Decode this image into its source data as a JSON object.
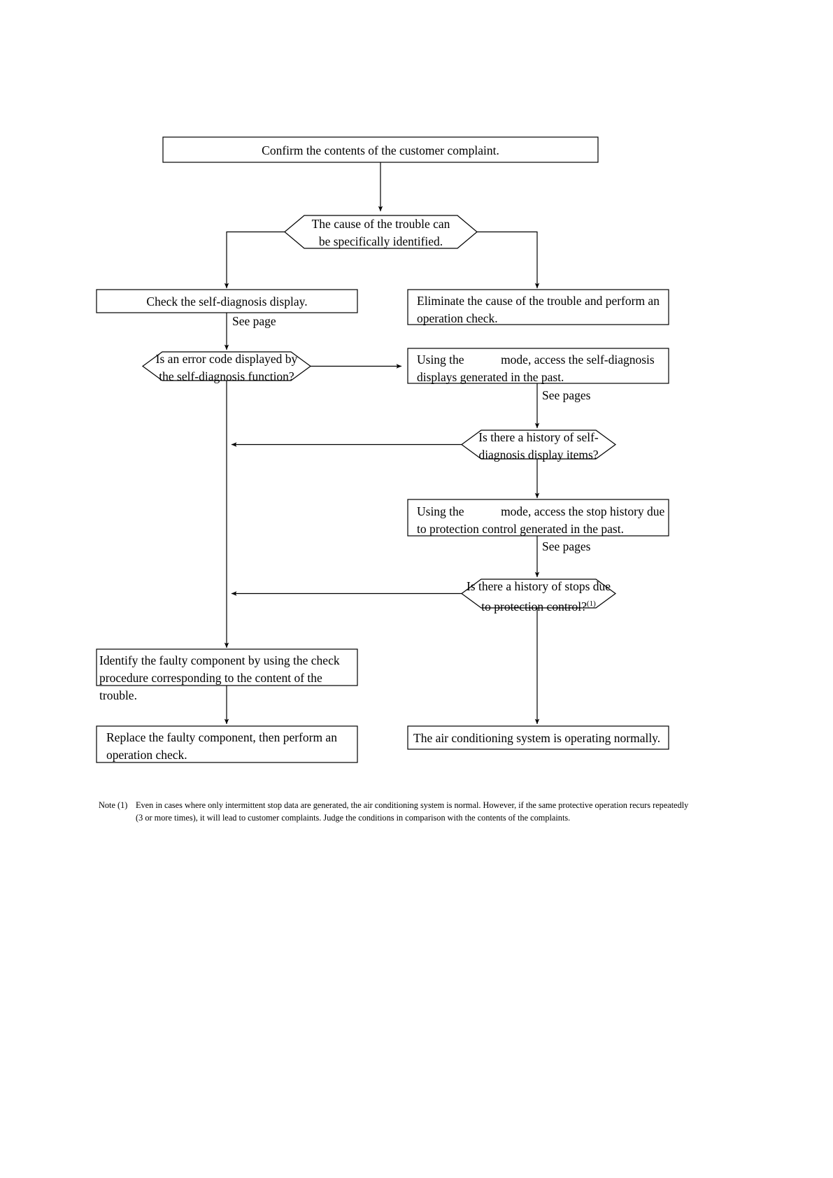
{
  "document": {
    "title": "Air conditioning system troubleshooting flowchart",
    "background_color": "#ffffff",
    "line_color": "#000000",
    "text_color": "#000000"
  },
  "chart_data": {
    "type": "diagram",
    "subtype": "flowchart",
    "title": "Air conditioning troubleshooting flow",
    "nodes": [
      {
        "id": "n1",
        "shape": "process",
        "text": "Confirm the contents of the customer complaint."
      },
      {
        "id": "n2",
        "shape": "decision",
        "text": "The cause of the trouble can\nbe specifically identified."
      },
      {
        "id": "n3",
        "shape": "process",
        "text": "Check the self-diagnosis display."
      },
      {
        "id": "n4",
        "shape": "process",
        "text": "Eliminate the cause of the trouble and perform an\noperation check."
      },
      {
        "id": "n5",
        "shape": "decision",
        "text": "Is an error code displayed by\nthe self-diagnosis function?"
      },
      {
        "id": "n6",
        "shape": "process",
        "text": "Using the            mode, access the self-diagnosis\ndisplays generated in the past."
      },
      {
        "id": "n7",
        "shape": "decision",
        "text": "Is there a history of self-\ndiagnosis display items?"
      },
      {
        "id": "n8",
        "shape": "process",
        "text": "Using the            mode, access the stop history due\nto protection control generated in the past."
      },
      {
        "id": "n9",
        "shape": "decision",
        "text": "Is there a history of stops due\nto protection control?",
        "superscript": "(1)"
      },
      {
        "id": "n10",
        "shape": "process",
        "text": "Identify the faulty component by using the check\nprocedure corresponding to the content of the trouble."
      },
      {
        "id": "n11",
        "shape": "process",
        "text": "Replace the faulty component, then perform an\noperation check."
      },
      {
        "id": "n12",
        "shape": "process",
        "text": "The air conditioning system is operating normally."
      }
    ],
    "edge_labels": [
      {
        "id": "e1",
        "text": "See page"
      },
      {
        "id": "e2",
        "text": "See pages"
      },
      {
        "id": "e3",
        "text": "See pages"
      }
    ],
    "edges": [
      {
        "from": "n1",
        "to": "n2"
      },
      {
        "from": "n2",
        "to": "n3",
        "side": "left"
      },
      {
        "from": "n2",
        "to": "n4",
        "side": "right"
      },
      {
        "from": "n3",
        "to": "n5",
        "label": "See page"
      },
      {
        "from": "n5",
        "to": "n6",
        "side": "right"
      },
      {
        "from": "n5",
        "to": "n10"
      },
      {
        "from": "n6",
        "to": "n7",
        "label": "See pages"
      },
      {
        "from": "n7",
        "to": "n5",
        "side": "left"
      },
      {
        "from": "n7",
        "to": "n8"
      },
      {
        "from": "n8",
        "to": "n9",
        "label": "See pages"
      },
      {
        "from": "n9",
        "to": "n5",
        "side": "left"
      },
      {
        "from": "n9",
        "to": "n12"
      },
      {
        "from": "n10",
        "to": "n11"
      }
    ]
  },
  "footnote": {
    "label": "Note (1)",
    "text": "Even in cases where only intermittent stop data are generated, the air conditioning system is normal. However, if the same protective operation recurs repeatedly (3 or more times), it will lead to customer complaints. Judge the conditions in comparison with the contents of the complaints."
  }
}
